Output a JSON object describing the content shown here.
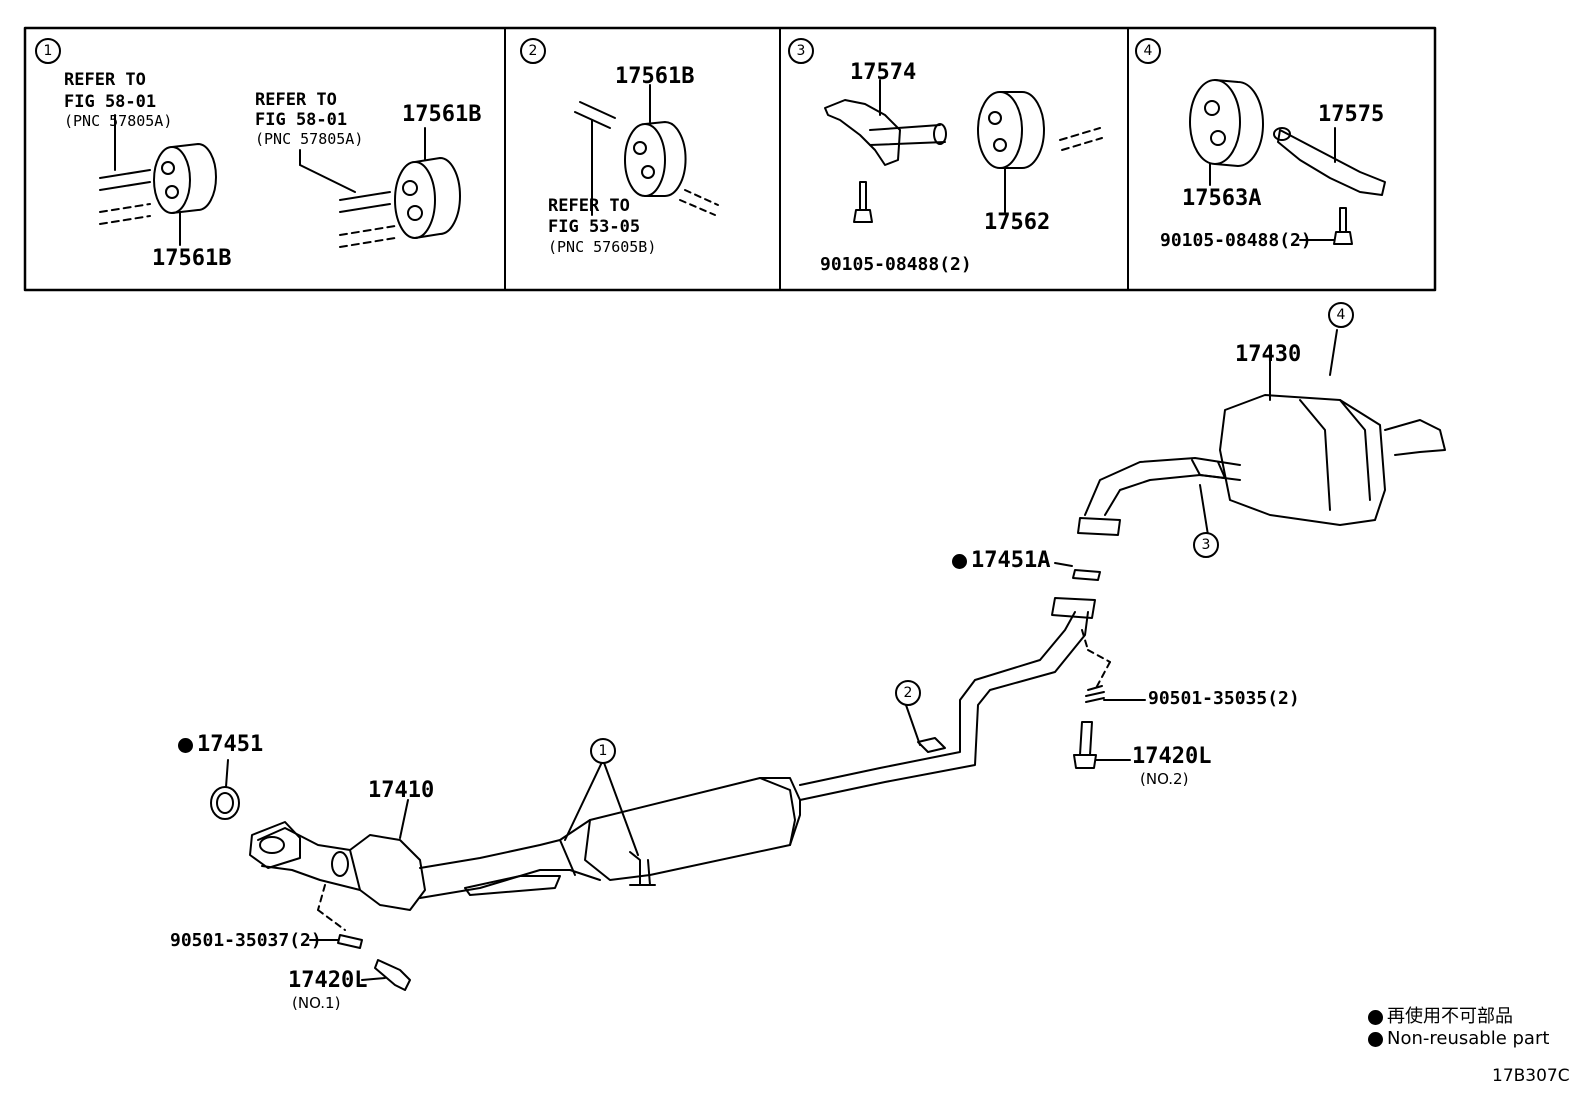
{
  "panels": [
    {
      "number": "1",
      "refer_a": [
        "REFER TO",
        "FIG 58-01",
        "(PNC 57805A)"
      ],
      "refer_b": [
        "REFER TO",
        "FIG 58-01",
        "(PNC 57805A)"
      ],
      "part_top": "17561B",
      "part_bottom": "17561B"
    },
    {
      "number": "2",
      "part": "17561B",
      "refer": [
        "REFER TO",
        "FIG 53-05",
        "(PNC 57605B)"
      ]
    },
    {
      "number": "3",
      "bracket": "17574",
      "hanger": "17562",
      "bolt": "90105-08488(2)"
    },
    {
      "number": "4",
      "hanger": "17563A",
      "bracket": "17575",
      "bolt": "90105-08488(2)"
    }
  ],
  "main": {
    "muffler": "17430",
    "gasket_rear": "17451A",
    "spring_rear": "90501-35035(2)",
    "bolt_rear": "17420L",
    "bolt_rear_note": "(NO.2)",
    "gasket_front": "17451",
    "converter": "17410",
    "spring_front": "90501-35037(2)",
    "bolt_front": "17420L",
    "bolt_front_note": "(NO.1)",
    "callouts": {
      "c1": "1",
      "c2": "2",
      "c3": "3",
      "c4": "4"
    }
  },
  "legend": {
    "japanese": "再使用不可部品",
    "english": "Non-reusable part"
  },
  "diagram_code": "17B307C"
}
